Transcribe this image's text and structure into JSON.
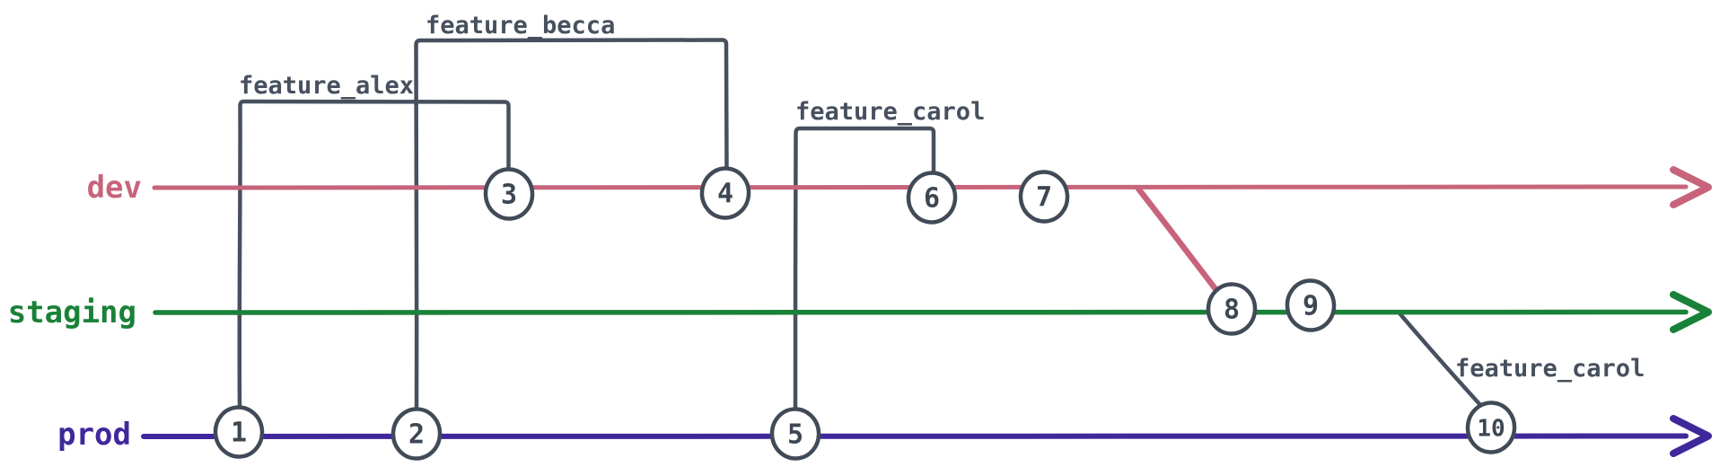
{
  "diagram_type": "git-branch-graph",
  "colors": {
    "background": "#ffffff",
    "feature_line": "#47505e",
    "commit_fill": "#ffffff",
    "commit_stroke": "#414b57",
    "commit_number": "#3d4752"
  },
  "branches": [
    {
      "label": "dev",
      "color": "#c7647b"
    },
    {
      "label": "staging",
      "color": "#1a8138"
    },
    {
      "label": "prod",
      "color": "#40289c"
    }
  ],
  "feature_labels": [
    {
      "label": "feature_alex",
      "from_commit": "1",
      "to_commit": "3"
    },
    {
      "label": "feature_becca",
      "from_commit": "2",
      "to_commit": "4"
    },
    {
      "label": "feature_carol",
      "from_commit": "5",
      "to_commit": "6"
    },
    {
      "label": "feature_carol",
      "from_commit": "9",
      "to_commit": "10"
    }
  ],
  "merges": [
    {
      "from": "dev",
      "into": "staging",
      "at_commit": "8"
    }
  ],
  "commits": [
    {
      "id": "1",
      "branch": "prod"
    },
    {
      "id": "2",
      "branch": "prod"
    },
    {
      "id": "3",
      "branch": "dev"
    },
    {
      "id": "4",
      "branch": "dev"
    },
    {
      "id": "5",
      "branch": "prod"
    },
    {
      "id": "6",
      "branch": "dev"
    },
    {
      "id": "7",
      "branch": "dev"
    },
    {
      "id": "8",
      "branch": "staging"
    },
    {
      "id": "9",
      "branch": "staging"
    },
    {
      "id": "10",
      "branch": "prod"
    }
  ]
}
